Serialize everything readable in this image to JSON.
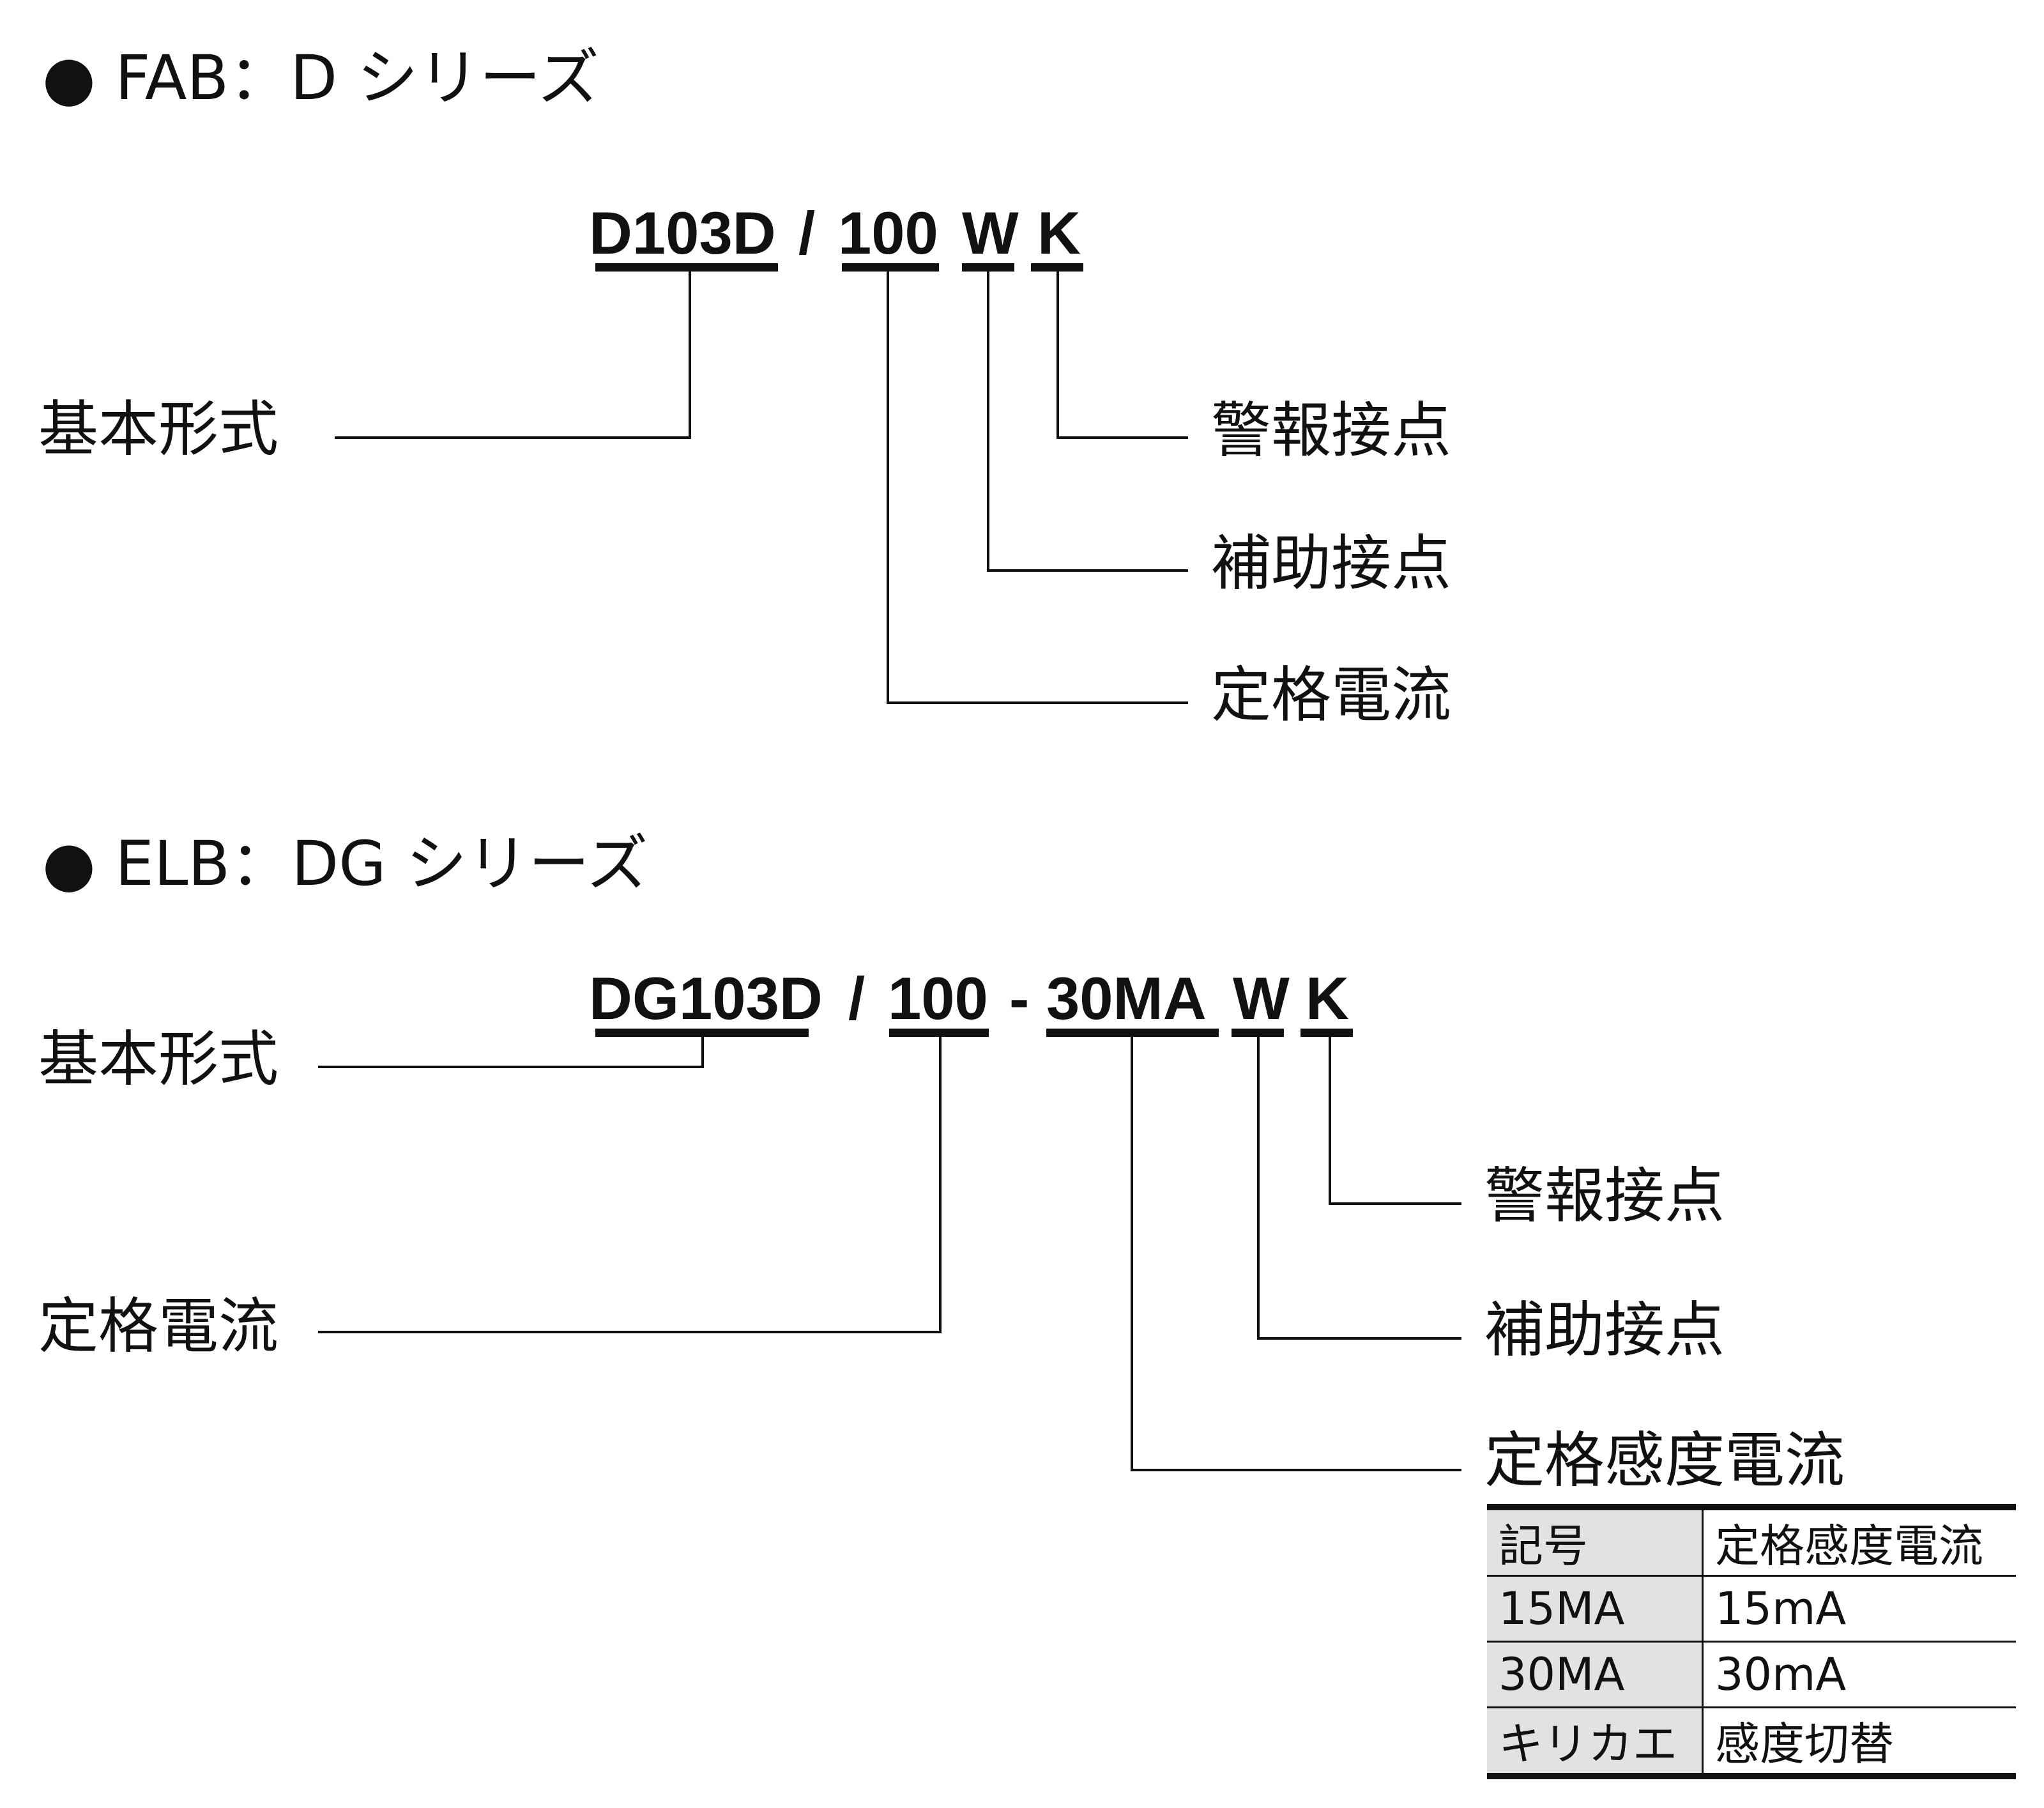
{
  "sections": [
    {
      "heading": "● FAB：D シリーズ",
      "code": {
        "base": "D103D",
        "sep1": "/",
        "current": "100",
        "aux": "W",
        "alarm": "K"
      },
      "labels": {
        "base": "基本形式",
        "alarm": "警報接点",
        "aux": "補助接点",
        "current": "定格電流"
      }
    },
    {
      "heading": "● ELB：DG シリーズ",
      "code": {
        "base": "DG103D",
        "sep1": "/",
        "current": "100",
        "sep2": "-",
        "sensitivity": "30MA",
        "aux": "W",
        "alarm": "K"
      },
      "labels": {
        "base": "基本形式",
        "current": "定格電流",
        "alarm": "警報接点",
        "aux": "補助接点",
        "sensitivity": "定格感度電流"
      },
      "table": {
        "headers": [
          "記号",
          "定格感度電流"
        ],
        "rows": [
          [
            "15MA",
            "15mA"
          ],
          [
            "30MA",
            "30mA"
          ],
          [
            "キリカエ",
            "感度切替"
          ]
        ]
      }
    }
  ]
}
